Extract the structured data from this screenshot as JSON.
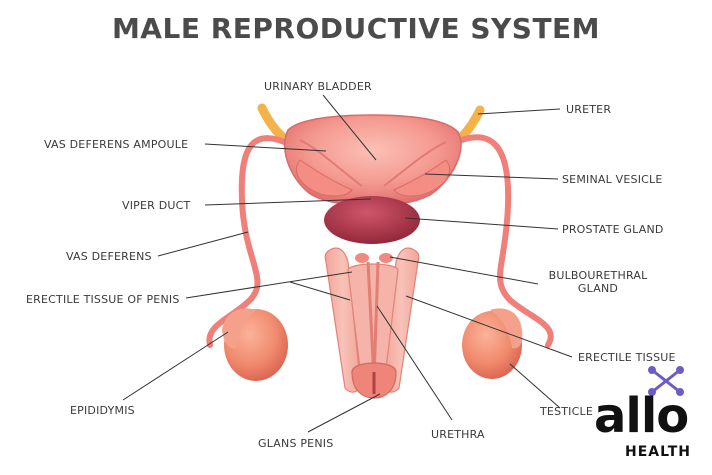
{
  "title": "MALE REPRODUCTIVE SYSTEM",
  "labels": {
    "urinary_bladder": "URINARY BLADDER",
    "ureter": "URETER",
    "vas_deferens_ampoule": "VAS DEFERENS AMPOULE",
    "seminal_vesicle": "SEMINAL VESICLE",
    "viper_duct": "VIPER DUCT",
    "prostate_gland": "PROSTATE GLAND",
    "vas_deferens": "VAS DEFERENS",
    "bulbourethral_line1": "BULBOURETHRAL",
    "bulbourethral_line2": "GLAND",
    "erectile_tissue_of_penis": "ERECTILE TISSUE OF PENIS",
    "erectile_tissue": "ERECTILE TISSUE",
    "epididymis": "EPIDIDYMIS",
    "testicle": "TESTICLE",
    "glans_penis": "GLANS PENIS",
    "urethra": "URETHRA"
  },
  "brand": {
    "word": "allo",
    "sub": "HEALTH",
    "color": "#111111",
    "accent": "#6b5cc8"
  },
  "colors": {
    "tissue_light": "#f7a9a0",
    "tissue_mid": "#ef7f78",
    "tissue_dark": "#d95a5e",
    "prostate": "#b2384c",
    "ureter": "#f3b24a",
    "line": "#333333",
    "text": "#3a3a3a"
  }
}
